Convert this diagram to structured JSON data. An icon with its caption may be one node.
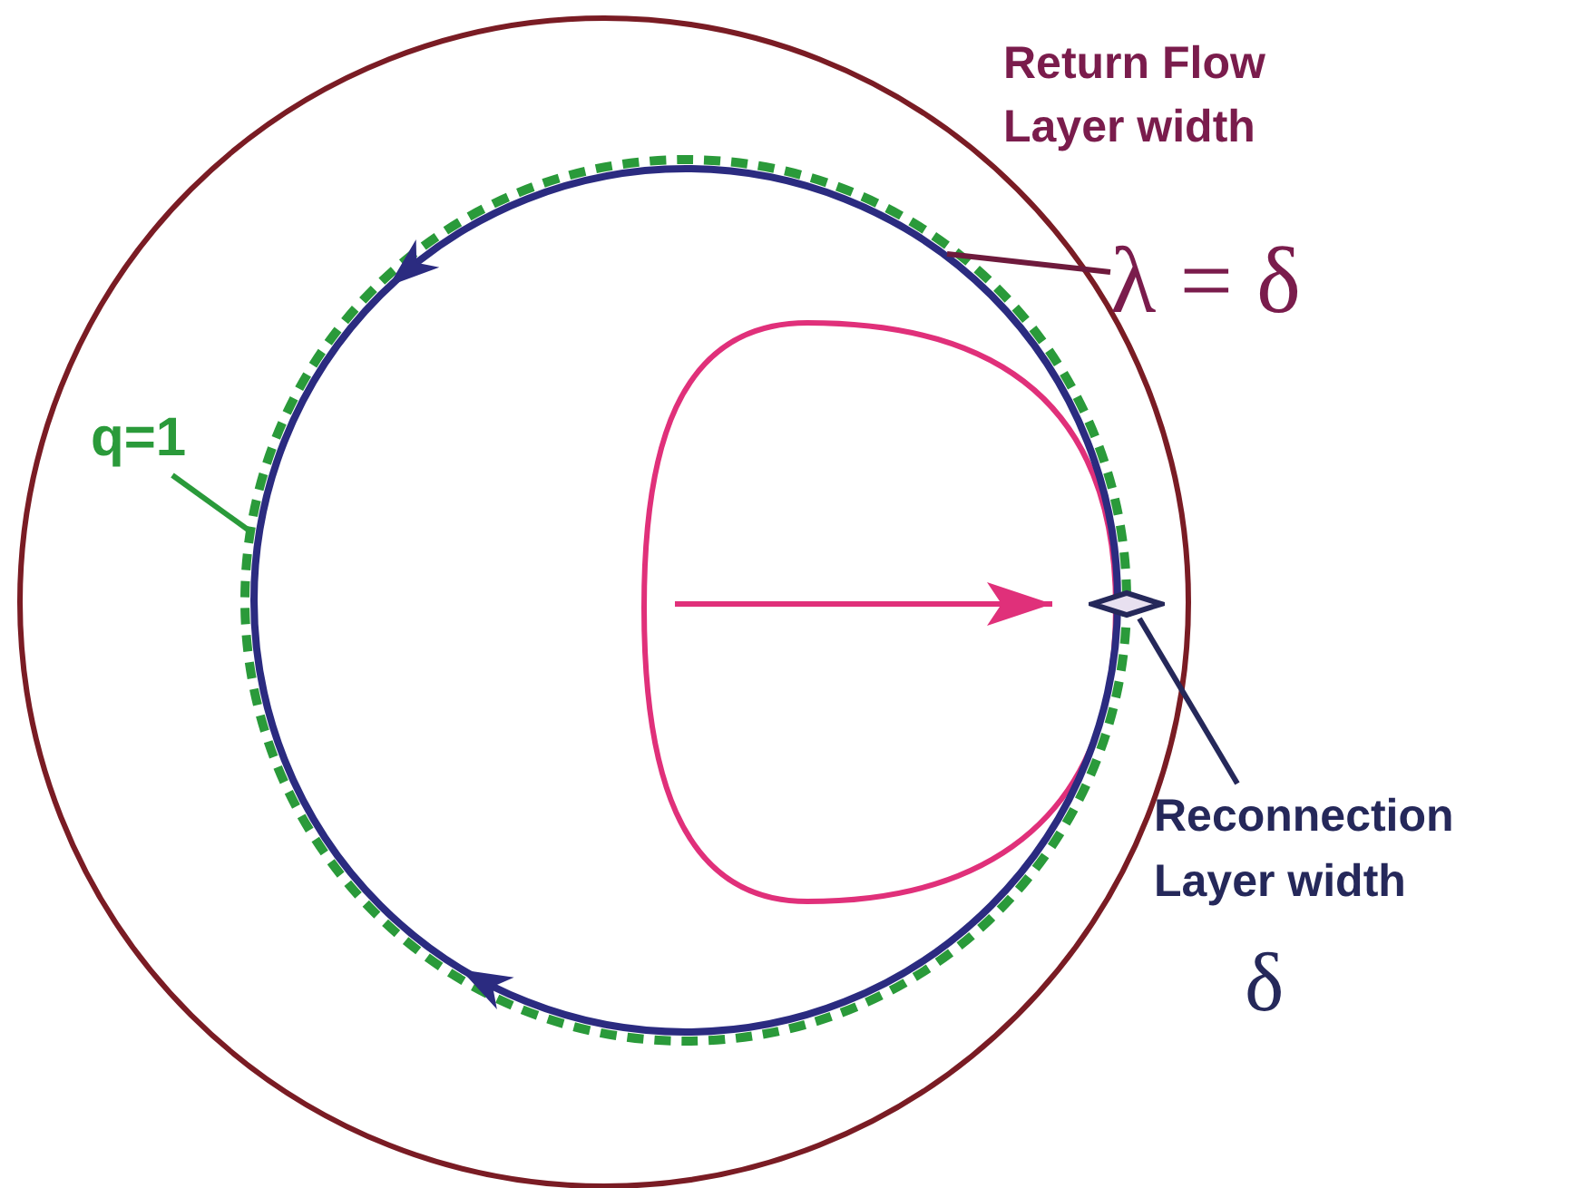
{
  "diagram": {
    "nodes": [
      {
        "text": [
          "λ = δ"
        ]
      },
      {
        "text": [],
        "shape": "circle"
      },
      {
        "text": [
          "q=1"
        ]
      },
      {
        "text": [],
        "shape": "circle"
      },
      {
        "text": [
          "Reconnection Layer width",
          "δ"
        ]
      },
      {
        "text": [],
        "shape": "diamond"
      }
    ],
    "edges": [
      {
        "from": 0,
        "to": 1,
        "arrow": "none",
        "color": "#6e1a3c"
      },
      {
        "from": 2,
        "to": 3,
        "arrow": "none",
        "color": "#2a9a3a"
      },
      {
        "from": 4,
        "to": 5,
        "arrow": "none",
        "color": "#25285a"
      }
    ],
    "labels": [
      "Return Flow Layer width"
    ]
  }
}
